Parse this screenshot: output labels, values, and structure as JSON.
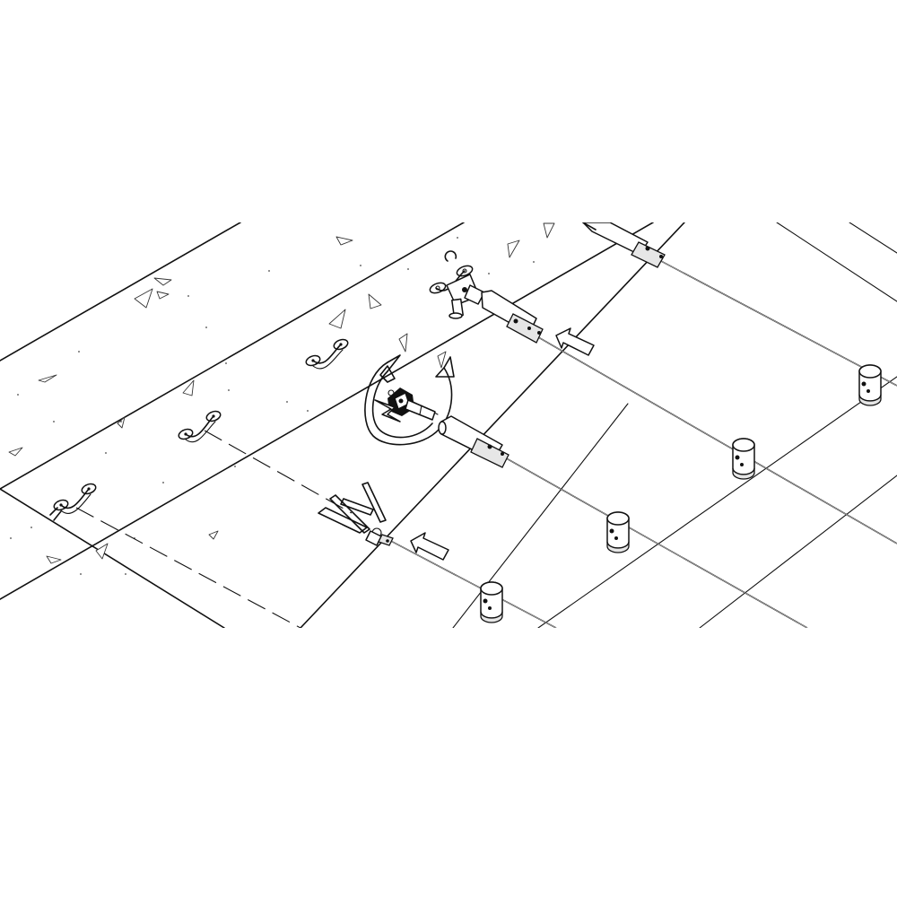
{
  "diagram": {
    "kind": "isometric installation illustration",
    "wall_material": "concrete",
    "components": [
      "wing-nut-anchor",
      "eye-bolt-fitting",
      "tensioner-sleeve",
      "cable-run",
      "intermediate-post-with-cable-holder",
      "allen-key"
    ],
    "anchors_on_wall": 4,
    "cable_runs": 4,
    "indicators": [
      "push-direction-arrow",
      "rotate-tighten-arrow"
    ],
    "colors": {
      "line": "#111111",
      "background": "#ffffff",
      "fitting_shade": "#e6e6e6"
    }
  }
}
